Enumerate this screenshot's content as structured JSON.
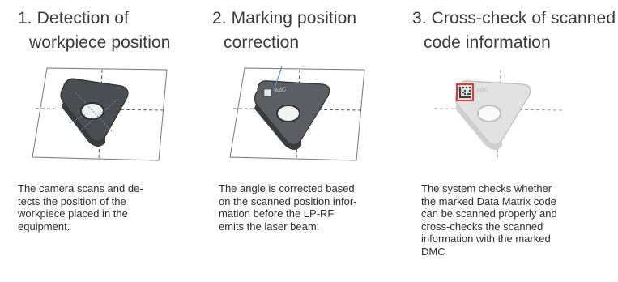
{
  "steps": [
    {
      "title_line1": "1. Detection of",
      "title_line2": "workpiece position",
      "description": [
        "The camera scans and de-",
        "tects the position of the",
        "workpiece placed in the",
        "equipment."
      ]
    },
    {
      "title_line1": "2. Marking position",
      "title_line2": "correction",
      "marking_text": "ABC",
      "description": [
        "The angle is corrected based",
        "on the scanned position infor-",
        "mation before the LP-RF",
        "emits the laser beam."
      ]
    },
    {
      "title_line1": "3. Cross-check of scanned",
      "title_line2": "code information",
      "marking_text": "ABC",
      "description": [
        "The system checks whether",
        "the marked Data Matrix code",
        "can be scanned properly and",
        "cross-checks the scanned",
        "information with the marked",
        "DMC"
      ]
    }
  ],
  "colors": {
    "insert_dark": "#55585c",
    "insert_light": "#d9d9d9",
    "scan_blue": "#5b8fc9",
    "highlight_red": "#e0353b"
  }
}
